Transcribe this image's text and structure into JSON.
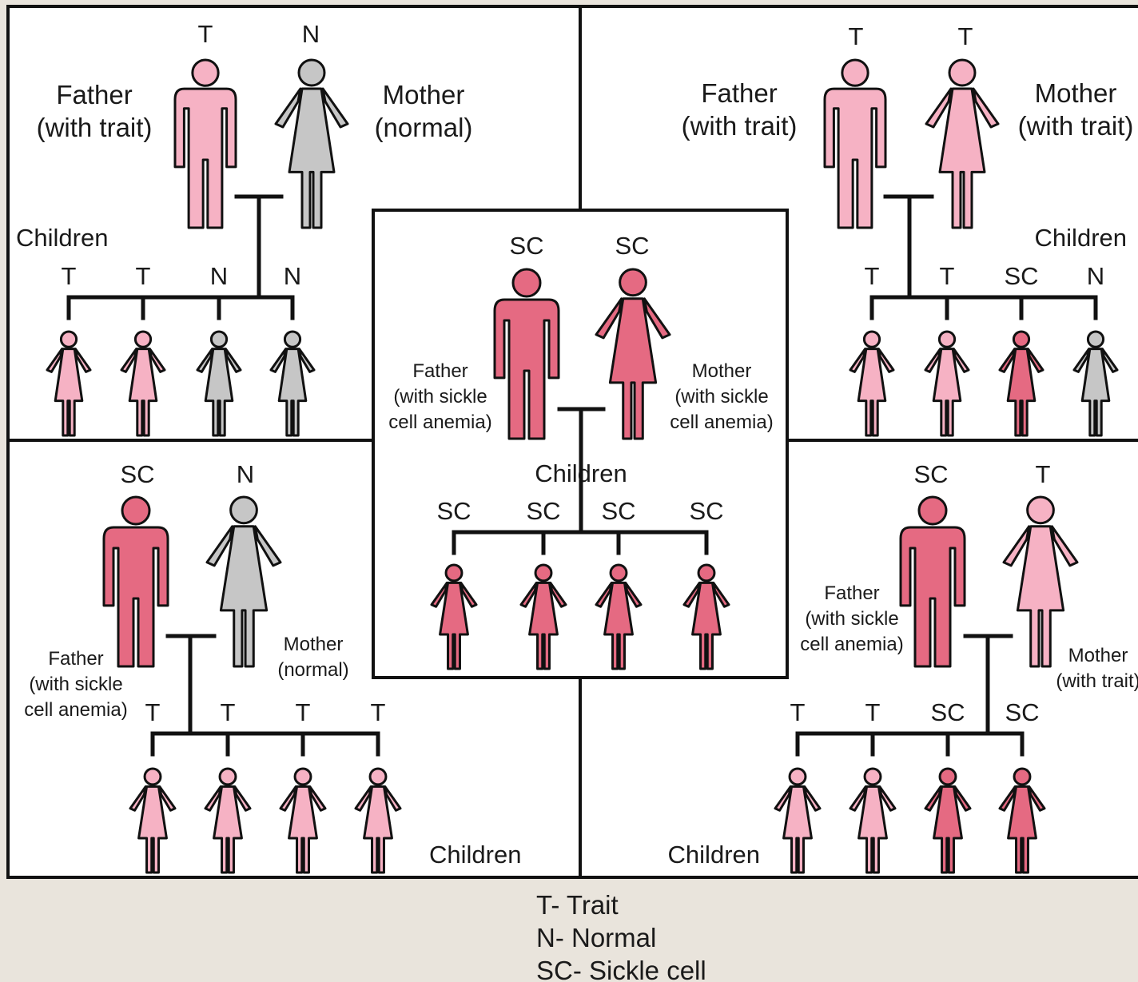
{
  "colors": {
    "trait": "#f6b2c4",
    "normal": "#c6c6c6",
    "sickle_cell": "#e56a82",
    "outline": "#111111",
    "line": "#111111",
    "panel_bg": "#ffffff",
    "page_bg": "#e9e4dc"
  },
  "icons": {
    "man": "man-figure-icon",
    "woman": "woman-figure-icon",
    "child": "child-figure-icon"
  },
  "panels": [
    {
      "id": "top-left",
      "father_genotype": "T",
      "mother_genotype": "N",
      "father_label": [
        "Father",
        "(with trait)"
      ],
      "mother_label": [
        "Mother",
        "(normal)"
      ],
      "children_label": "Children",
      "children": [
        "T",
        "T",
        "N",
        "N"
      ]
    },
    {
      "id": "top-right",
      "father_genotype": "T",
      "mother_genotype": "T",
      "father_label": [
        "Father",
        "(with trait)"
      ],
      "mother_label": [
        "Mother",
        "(with trait)"
      ],
      "children_label": "Children",
      "children": [
        "T",
        "T",
        "SC",
        "N"
      ]
    },
    {
      "id": "center",
      "father_genotype": "SC",
      "mother_genotype": "SC",
      "father_label": [
        "Father",
        "(with sickle",
        "cell anemia)"
      ],
      "mother_label": [
        "Mother",
        "(with sickle",
        "cell anemia)"
      ],
      "children_label": "Children",
      "children": [
        "SC",
        "SC",
        "SC",
        "SC"
      ]
    },
    {
      "id": "bottom-left",
      "father_genotype": "SC",
      "mother_genotype": "N",
      "father_label": [
        "Father",
        "(with sickle",
        "cell anemia)"
      ],
      "mother_label": [
        "Mother",
        "(normal)"
      ],
      "children_label": "Children",
      "children": [
        "T",
        "T",
        "T",
        "T"
      ]
    },
    {
      "id": "bottom-right",
      "father_genotype": "SC",
      "mother_genotype": "T",
      "father_label": [
        "Father",
        "(with sickle",
        "cell anemia)"
      ],
      "mother_label": [
        "Mother",
        "(with trait)"
      ],
      "children_label": "Children",
      "children": [
        "T",
        "T",
        "SC",
        "SC"
      ]
    }
  ],
  "legend": {
    "trait": "T- Trait",
    "normal": "N- Normal",
    "sickle_cell": "SC- Sickle cell"
  }
}
